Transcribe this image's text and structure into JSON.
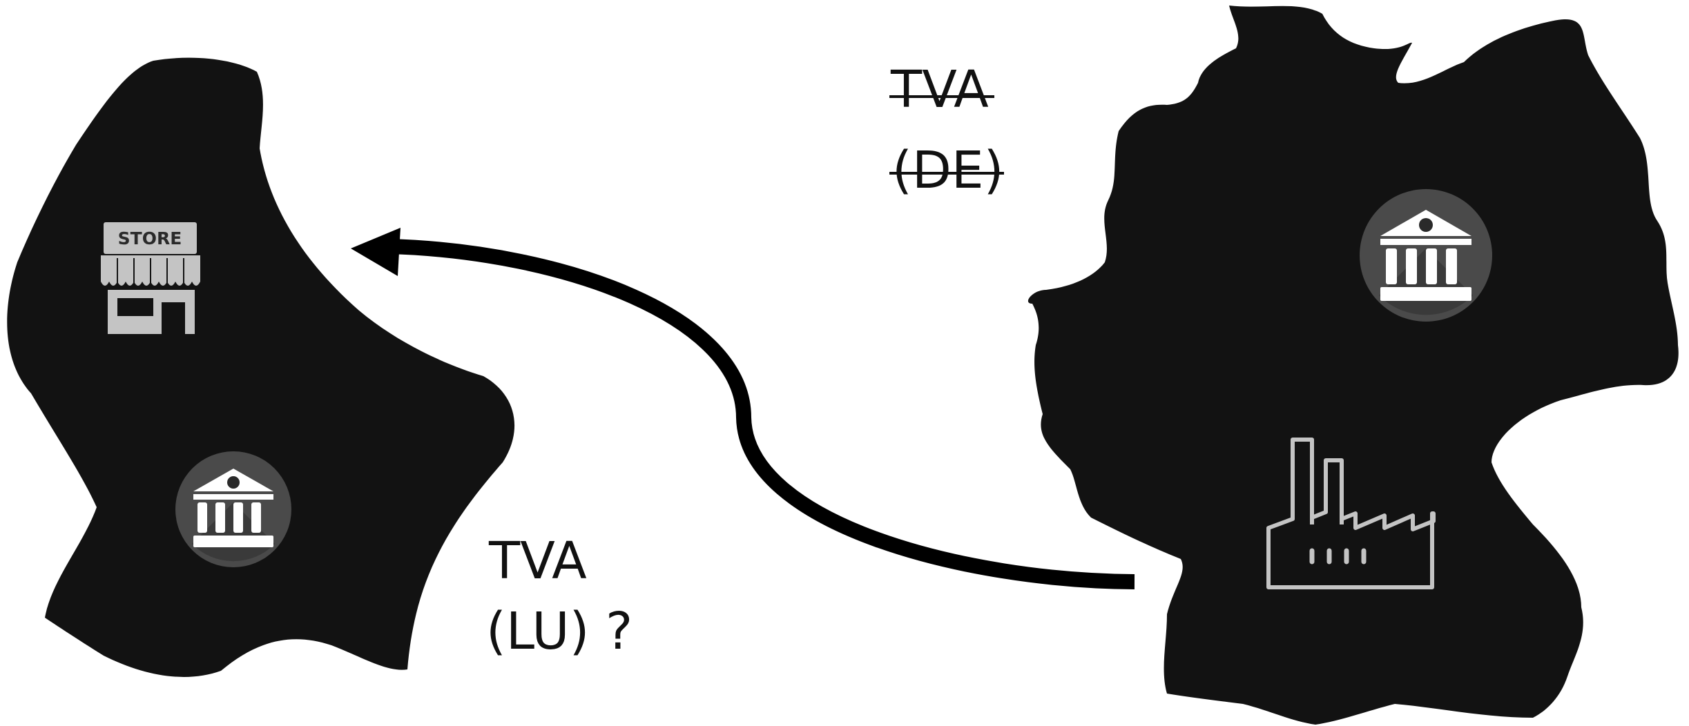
{
  "labels": {
    "vat_de_line1": "TVA",
    "vat_de_line2": "(DE)",
    "vat_lu_line1": "TVA",
    "vat_lu_line2": "(LU) ?",
    "store_sign": "STORE"
  },
  "struck_labels": [
    "vat_de_line1",
    "vat_de_line2"
  ],
  "icons": {
    "store": "store-icon",
    "tax_authority_lu": "government-building-icon",
    "tax_authority_de": "government-building-icon",
    "factory": "factory-icon",
    "arrow": "arrow-icon"
  },
  "colors": {
    "country_fill": "#121212",
    "arrow": "#000000",
    "icon_light": "#c4c4c4",
    "icon_badge": "#4a4a4a",
    "text": "#111111"
  }
}
